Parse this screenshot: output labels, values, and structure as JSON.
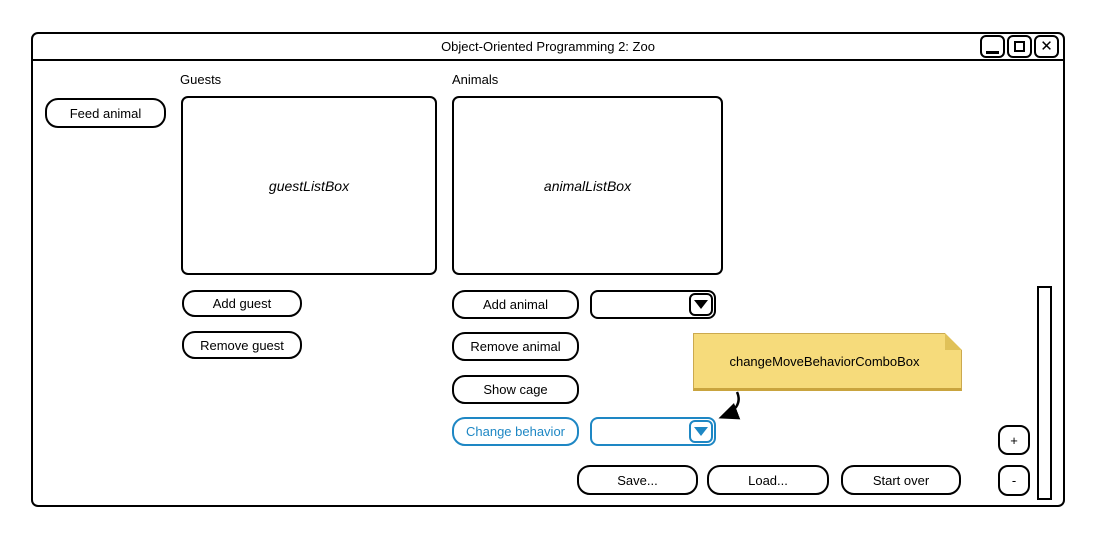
{
  "window": {
    "title": "Object-Oriented Programming 2: Zoo"
  },
  "icons": {
    "close": "✕"
  },
  "toolbar": {
    "feed_animal": "Feed animal"
  },
  "guests": {
    "label": "Guests",
    "listbox_name": "guestListBox",
    "add": "Add guest",
    "remove": "Remove guest"
  },
  "animals": {
    "label": "Animals",
    "listbox_name": "animalListBox",
    "add": "Add animal",
    "remove": "Remove animal",
    "show_cage": "Show cage",
    "change_behavior": "Change behavior",
    "add_combo_value": "",
    "behavior_combo_value": ""
  },
  "annotation": {
    "text": "changeMoveBehaviorComboBox"
  },
  "footer": {
    "save": "Save...",
    "load": "Load...",
    "start_over": "Start over"
  },
  "side_controls": {
    "zoom_in": "+",
    "zoom_out": "-"
  },
  "colors": {
    "accent_blue": "#1E87C4",
    "note_fill": "#F6DB7B",
    "note_border": "#CBA94F",
    "note_fold": "#E0C158",
    "outline": "#000000"
  }
}
